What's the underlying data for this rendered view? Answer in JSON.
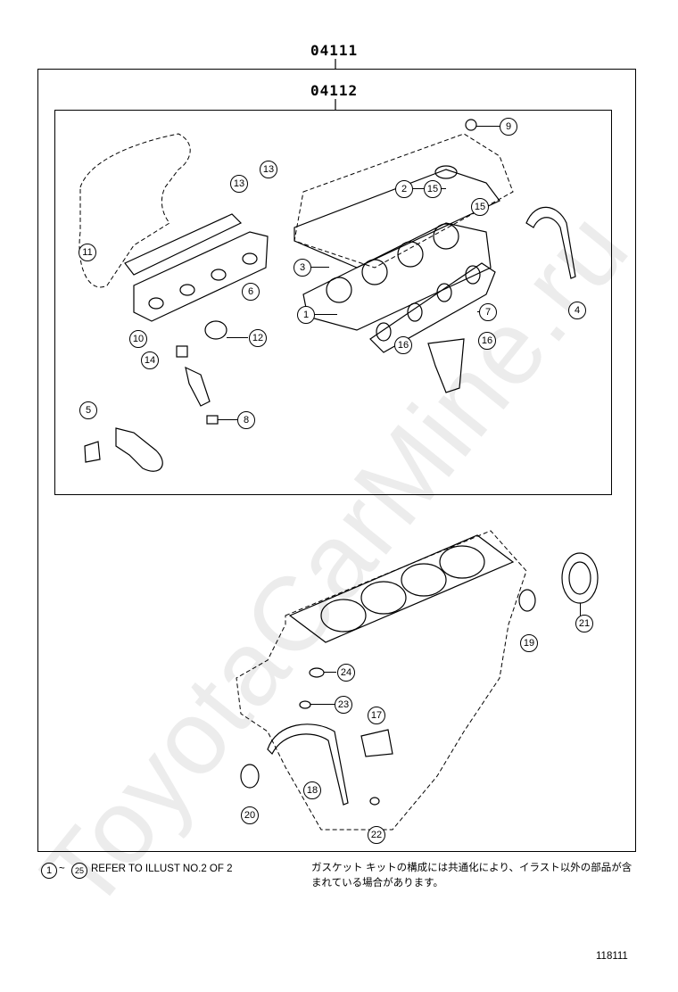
{
  "kit_code": "04111",
  "subkit_code": "04112",
  "callouts": {
    "c1": "1",
    "c2": "2",
    "c3": "3",
    "c4": "4",
    "c5": "5",
    "c6": "6",
    "c7": "7",
    "c8": "8",
    "c9": "9",
    "c10": "10",
    "c11": "11",
    "c12": "12",
    "c13a": "13",
    "c13b": "13",
    "c14": "14",
    "c15a": "15",
    "c15b": "15",
    "c16a": "16",
    "c16b": "16",
    "c17": "17",
    "c18": "18",
    "c19": "19",
    "c20": "20",
    "c21": "21",
    "c22": "22",
    "c23": "23",
    "c24": "24"
  },
  "note": {
    "start": "1",
    "tilde": "~",
    "end": "25",
    "text": "REFER TO ILLUST NO.2 OF 2"
  },
  "japanese_note": "ガスケット キットの構成には共通化により、イラスト以外の部品が含まれている場合があります。",
  "doc_number": "118111",
  "watermark": "ToyotaCarMine.ru"
}
